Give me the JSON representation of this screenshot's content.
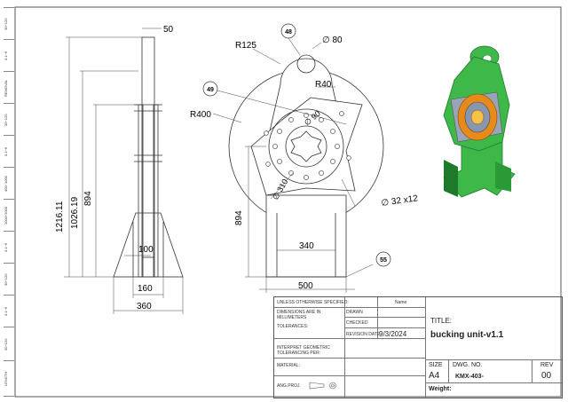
{
  "drawing": {
    "side_view_dims": [
      "50",
      "1216.11",
      "1026.19",
      "894",
      "100",
      "160",
      "360"
    ],
    "front_view_dims": [
      "R125",
      "∅ 80",
      "R40",
      "R400",
      "∅ 90",
      "∅ 310",
      "894",
      "340",
      "500",
      "∅ 32 x12"
    ],
    "balloons": [
      "48",
      "49",
      "55"
    ]
  },
  "title_block": {
    "unless_specified": "UNLESS OTHERWISE SPECIFIED:",
    "name_header": "Name",
    "dims_note_1": "DIMENSIONS ARE IN",
    "dims_note_2": "MILLIMETERS",
    "tolerances": "TOLERANCES:",
    "drawn": "DRAWN",
    "checked": "CHECKED",
    "revision_date_label": "REVISION DATE",
    "revision_date": "9/3/2024",
    "interpret_1": "INTERPRET GEOMETRIC",
    "interpret_2": "TOLERANCING PER:",
    "material": "MATERIAL:",
    "ang_proj": "ANG.PROJ.",
    "title_label": "TITLE:",
    "title": "bucking unit-v1.1",
    "size_label": "SIZE",
    "dwg_no_label": "DWG.  NO.",
    "size": "A4",
    "dwg_no": "KMX-403-",
    "rev_label": "REV",
    "rev": "00",
    "weight": "Weight:"
  },
  "sidebar": {
    "cells": [
      "30~120",
      "0.1~6",
      "REMOVAL",
      "30~120",
      "0.1~6",
      "400~1000",
      "1000~2000",
      "0.1~6",
      "30~120",
      "0.1~6",
      "30~120",
      "LENGTH"
    ]
  },
  "colors": {
    "model_green": "#3fb84a",
    "model_dark_green": "#1e7a2a",
    "model_gray": "#9aa4b8",
    "model_orange": "#e88a1a"
  }
}
